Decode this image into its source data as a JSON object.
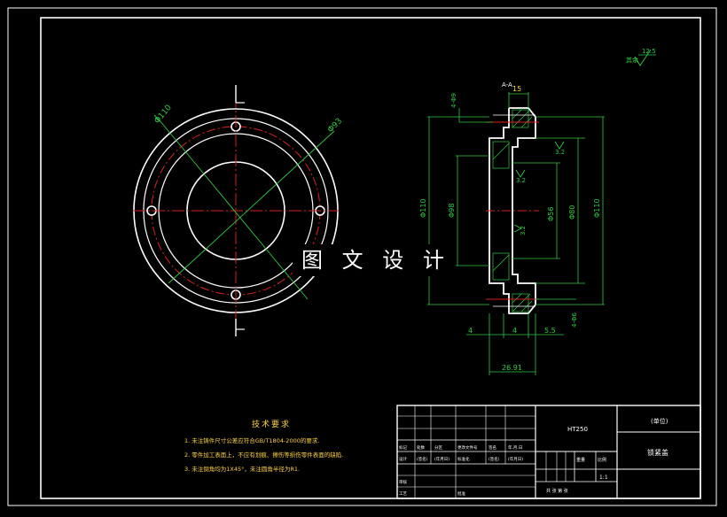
{
  "watermark": "图 文 设 计",
  "section_label": "A-A",
  "roughness_symbol": "其余",
  "roughness_value": "12.5",
  "dims": {
    "front_d1": "Φ110",
    "front_d2": "Φ93",
    "d_left_outer": "Φ110",
    "d_left_inner": "Φ98",
    "d_right_outer": "Φ110",
    "d_right_mid": "Φ80",
    "d_right_inner": "Φ56",
    "top_width": "15",
    "holes_top": "4-Φ9",
    "holes_bottom": "4-Φ6",
    "bottom_a": "4",
    "bottom_b": "4",
    "bottom_c": "5.5",
    "overall_width": "26.91",
    "rough_1": "3.2",
    "rough_2": "3.2",
    "rough_3": "3.2"
  },
  "tech": {
    "title": "技术要求",
    "lines": [
      "1. 未注铸件尺寸公差应符合GB/T1804-2000的要求.",
      "2. 零件加工表面上，不应有划痕、擦伤等损伤零件表面的缺陷.",
      "3. 未注倒角均为1X45°，未注圆角半径为R1."
    ]
  },
  "title_block": {
    "material": "HT250",
    "company": "(单位)",
    "part_name": "锁紧盖",
    "scale": "1:1",
    "row_mark": [
      "标记",
      "处数",
      "分区",
      "更改文件号",
      "签名",
      "年.月.日"
    ],
    "row_design": [
      "设计",
      "(签名)",
      "(年月日)",
      "标准化",
      "(签名)",
      "(年月日)"
    ],
    "review": "审核",
    "process": "工艺",
    "approve": "批准",
    "weight_label": "重量",
    "scale_label": "比例",
    "sheets": "共 张  第 张"
  }
}
